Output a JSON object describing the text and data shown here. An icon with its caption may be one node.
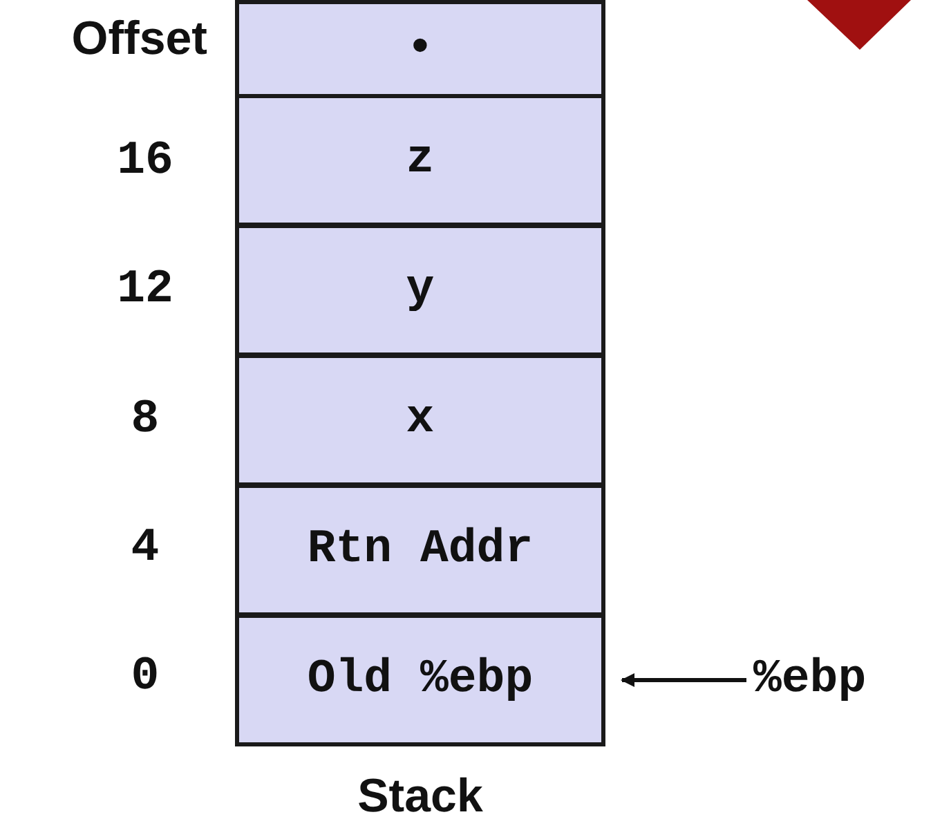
{
  "diagram": {
    "nodes": [
      {
        "text": [
          "Stack"
        ]
      },
      {
        "text": [
          "•"
        ],
        "in": 0
      },
      {
        "text": [
          "z"
        ],
        "in": 0
      },
      {
        "text": [
          "y"
        ],
        "in": 0
      },
      {
        "text": [
          "x"
        ],
        "in": 0
      },
      {
        "text": [
          "Rtn Addr"
        ],
        "in": 0
      },
      {
        "text": [
          "Old %ebp"
        ],
        "in": 0
      },
      {
        "text": [
          "%ebp"
        ]
      }
    ],
    "edges": [
      {
        "from": 7,
        "to": 6,
        "arrow": "to"
      }
    ],
    "labels": [
      "Offset",
      "16",
      "12",
      "8",
      "4",
      "0"
    ]
  }
}
